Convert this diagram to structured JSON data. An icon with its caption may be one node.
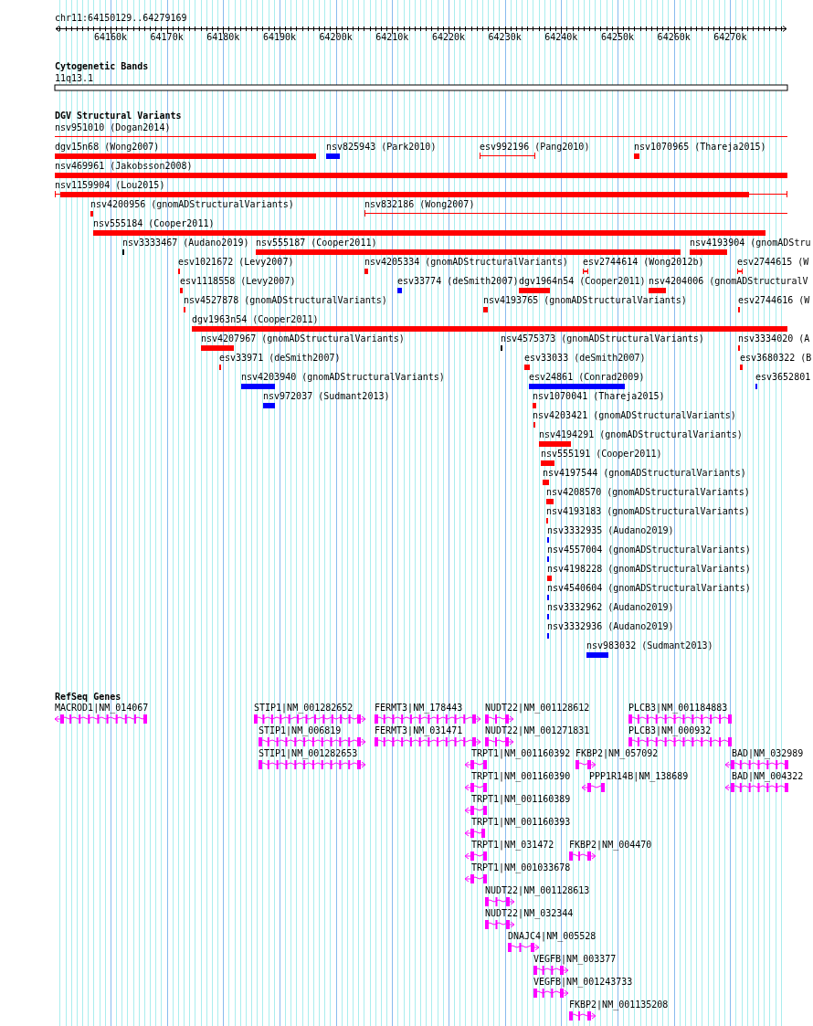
{
  "diagram": {
    "labels": [
      "chr11:64150129..64279169",
      "64160k",
      "64170k",
      "64180k",
      "64190k",
      "64200k",
      "64210k",
      "64220k",
      "64230k",
      "64240k",
      "64250k",
      "64260k",
      "64270k",
      "Cytogenetic Bands",
      "11q13.1",
      "DGV Structural Variants",
      "nsv951010 (Dogan2014)",
      "dgv15n68 (Wong2007)",
      "nsv825943 (Park2010)",
      "esv992196 (Pang2010)",
      "nsv1070965 (Thareja2015)",
      "nsv469961 (Jakobsson2008)",
      "nsv1159904 (Lou2015)",
      "nsv4200956 (gnomADStructuralVariants)",
      "nsv832186 (Wong2007)",
      "nsv555184 (Cooper2011)",
      "nsv3333467 (Audano2019)",
      "nsv555187 (Cooper2011)",
      "nsv4193904 (gnomADStru",
      "esv1021672 (Levy2007)",
      "nsv4205334 (gnomADStructuralVariants)",
      "esv2744614 (Wong2012b)",
      "esv2744615 (W",
      "esv1118558 (Levy2007)",
      "esv33774 (deSmith2007)",
      "dgv1964n54 (Cooper2011)",
      "nsv4204006 (gnomADStructuralV",
      "nsv4527878 (gnomADStructuralVariants)",
      "nsv4193765 (gnomADStructuralVariants)",
      "esv2744616 (W",
      "dgv1963n54 (Cooper2011)",
      "nsv4207967 (gnomADStructuralVariants)",
      "nsv4575373 (gnomADStructuralVariants)",
      "nsv3334020 (A",
      "esv33971 (deSmith2007)",
      "esv33033 (deSmith2007)",
      "esv3680322 (B",
      "nsv4203940 (gnomADStructuralVariants)",
      "esv24861 (Conrad2009)",
      "esv3652801",
      "nsv972037 (Sudmant2013)",
      "nsv1070041 (Thareja2015)",
      "nsv4203421 (gnomADStructuralVariants)",
      "nsv4194291 (gnomADStructuralVariants)",
      "nsv555191 (Cooper2011)",
      "nsv4197544 (gnomADStructuralVariants)",
      "nsv4208570 (gnomADStructuralVariants)",
      "nsv4193183 (gnomADStructuralVariants)",
      "nsv3332935 (Audano2019)",
      "nsv4557004 (gnomADStructuralVariants)",
      "nsv4198228 (gnomADStructuralVariants)",
      "nsv4540604 (gnomADStructuralVariants)",
      "nsv3332962 (Audano2019)",
      "nsv3332936 (Audano2019)",
      "nsv983032 (Sudmant2013)",
      "RefSeq Genes",
      "MACROD1|NM_014067",
      "STIP1|NM_001282652",
      "FERMT3|NM_178443",
      "NUDT22|NM_001128612",
      "PLCB3|NM_001184883",
      "STIP1|NM_006819",
      "FERMT3|NM_031471",
      "NUDT22|NM_001271831",
      "PLCB3|NM_000932",
      "STIP1|NM_001282653",
      "TRPT1|NM_001160392",
      "FKBP2|NM_057092",
      "BAD|NM_032989",
      "TRPT1|NM_001160390",
      "PPP1R14B|NM_138689",
      "BAD|NM_004322",
      "TRPT1|NM_001160389",
      "TRPT1|NM_001160393",
      "TRPT1|NM_031472",
      "FKBP2|NM_004470",
      "TRPT1|NM_001033678",
      "NUDT22|NM_001128613",
      "NUDT22|NM_032344",
      "DNAJC4|NM_005528",
      "VEGFB|NM_003377",
      "VEGFB|NM_001243733",
      "FKBP2|NM_001135208"
    ]
  }
}
